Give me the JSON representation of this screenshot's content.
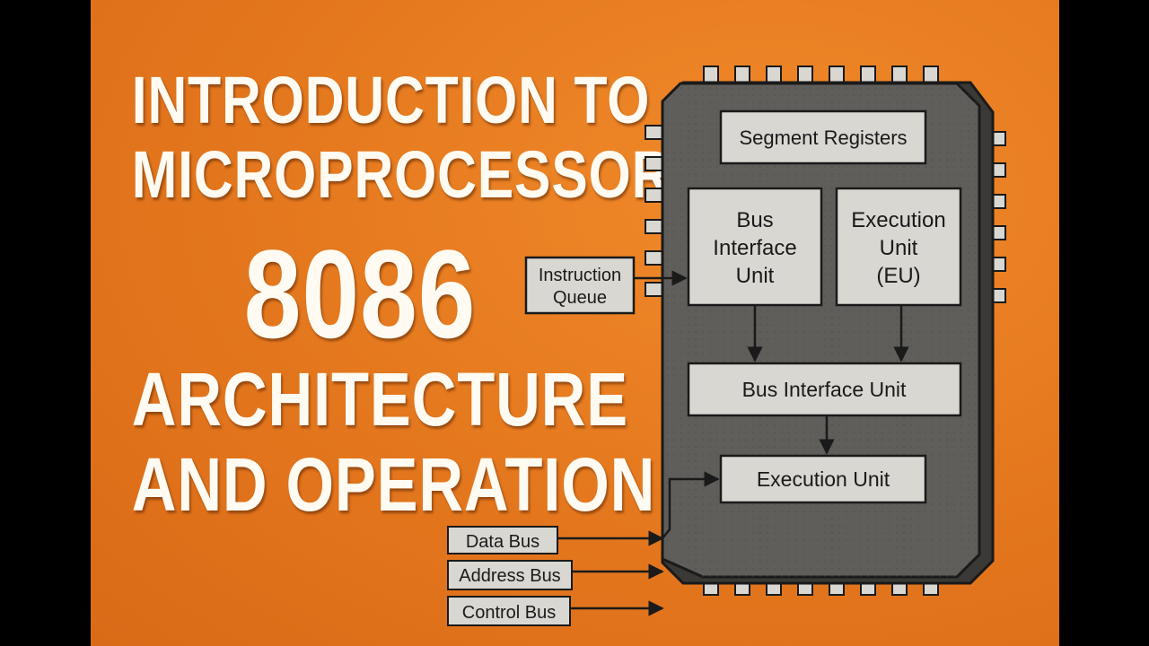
{
  "title": {
    "line1": "INTRODUCTION TO",
    "line2": "MICROPROCESSORS",
    "line3": "8086",
    "line4": "ARCHITECTURE",
    "line5": "AND OPERATION"
  },
  "chip": {
    "segment_registers": "Segment Registers",
    "biu_top": [
      "Bus",
      "Interface",
      "Unit"
    ],
    "eu_top": [
      "Execution",
      "Unit",
      "(EU)"
    ],
    "bus_interface_unit": "Bus Interface Unit",
    "execution_unit": "Execution Unit"
  },
  "instruction_queue": [
    "Instruction",
    "Queue"
  ],
  "buses": {
    "data": "Data Bus",
    "address": "Address Bus",
    "control": "Control Bus"
  },
  "colors": {
    "background": "#e67a1f",
    "chip_body": "#5f5d59",
    "box_fill": "#d9d7d2",
    "text_title": "#fffbf2"
  }
}
